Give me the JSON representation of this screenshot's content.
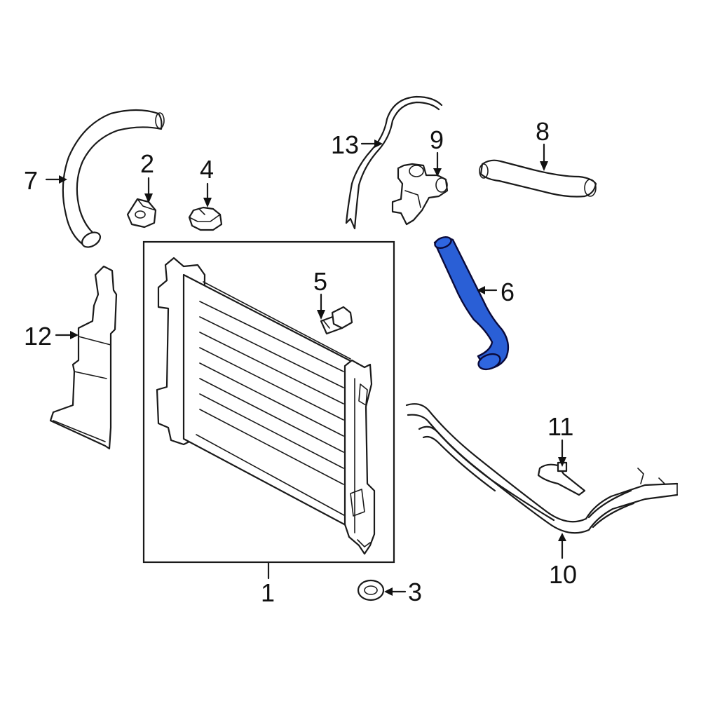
{
  "colors": {
    "highlight": "#2a5fd6",
    "line": "#1a1a1a",
    "background": "#ffffff"
  },
  "callouts": {
    "c1": "1",
    "c2": "2",
    "c3": "3",
    "c4": "4",
    "c5": "5",
    "c6": "6",
    "c7": "7",
    "c8": "8",
    "c9": "9",
    "c10": "10",
    "c11": "11",
    "c12": "12",
    "c13": "13"
  },
  "highlighted_part": "6"
}
